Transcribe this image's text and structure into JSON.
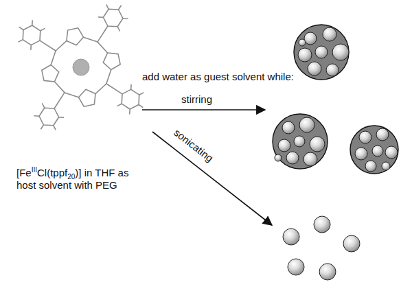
{
  "diagram": {
    "labels": [
      "[Fe",
      "III",
      "Cl(tppf",
      "20",
      ")] in THF as host solvent with PEG",
      "add water as guest solvent while:",
      "stirring",
      "sonicating"
    ]
  }
}
